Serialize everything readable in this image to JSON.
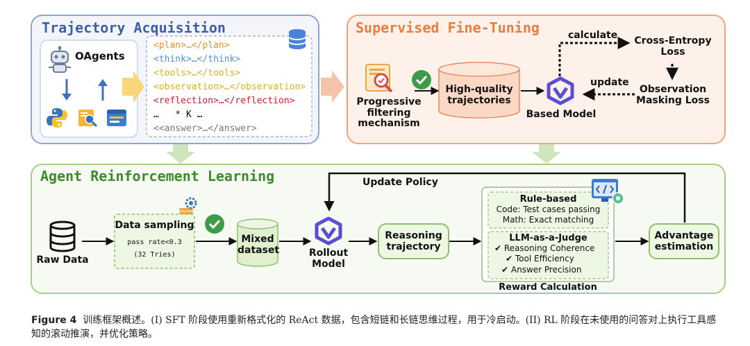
{
  "panels": {
    "trajectory": {
      "title": "Trajectory Acquisition"
    },
    "sft": {
      "title": "Supervised Fine-Tuning"
    },
    "rl": {
      "title": "Agent Reinforcement Learning"
    }
  },
  "trajectory": {
    "agent_label": "OAgents",
    "tags": {
      "plan": "<plan>…</plan>",
      "think": "<think>…</think>",
      "tools": "<tools>…</tools>",
      "observation": "<observation>…</observation>",
      "reflection": "<reflection>…</reflection>",
      "repeat": "…   * K …",
      "answer": "<<answer>…</answer>"
    }
  },
  "sft": {
    "progressive": "Progressive\nfiltering\nmechanism",
    "high_quality": "High-quality\ntrajectories",
    "based_model": "Based Model",
    "calculate": "calculate",
    "update": "update",
    "cross_entropy": "Cross-Entropy\nLoss",
    "obs_masking": "Observation\nMasking Loss"
  },
  "rl": {
    "raw_data": "Raw Data",
    "data_sampling": "Data sampling",
    "pass_rate": "pass rate<0.3",
    "tries": "(32 Tries)",
    "mixed_dataset": "Mixed\ndataset",
    "rollout_model": "Rollout\nModel",
    "reasoning_trajectory": "Reasoning\ntrajectory",
    "update_policy": "Update Policy",
    "rule_based": "Rule-based",
    "rule_code": "Code: Test cases passing",
    "rule_math": "Math: Exact matching",
    "llm_judge": "LLM-as-a-Judge",
    "judge_items": [
      "Reasoning Coherence",
      "Tool Efficiency",
      "Answer Precision"
    ],
    "reward_calc": "Reward Calculation",
    "advantage": "Advantage\nestimation"
  },
  "caption": {
    "label": "Figure 4",
    "text": "训练框架概述。(I) SFT 阶段使用重新格式化的 ReAct 数据，包含短链和长链思维过程，用于冷启动。(II) RL 阶段在未使用的问答对上执行工具感知的滚动推演，并优化策略。"
  },
  "colors": {
    "blue_panel": "#8ca6d4",
    "orange_panel": "#f2a27c",
    "green_panel": "#a5cf86",
    "title_blue": "#3b5fa8",
    "title_orange": "#e97d3f",
    "title_green": "#3f8a2c",
    "tag_orange": "#e0932b",
    "tag_blue": "#4f8fd6",
    "tag_gold": "#d8b21a",
    "tag_red": "#c8202a",
    "tag_gray": "#777777"
  }
}
